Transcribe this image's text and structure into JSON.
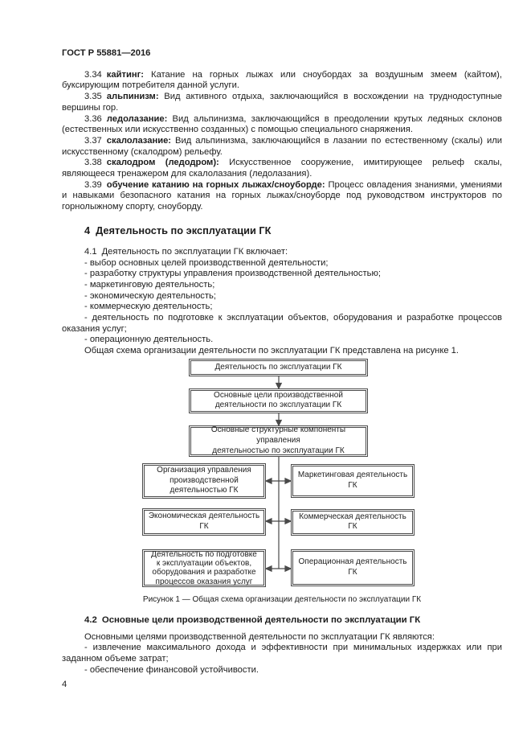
{
  "doc_header": "ГОСТ Р 55881—2016",
  "definitions": [
    {
      "num": "3.34",
      "term": "кайтинг:",
      "body": "Катание на горных лыжах или сноубордах за воздушным змеем (кайтом), буксирующим потребителя данной услуги."
    },
    {
      "num": "3.35",
      "term": "альпинизм:",
      "body": "Вид активного отдыха, заключающийся в восхождении на труднодоступные вершины гор."
    },
    {
      "num": "3.36",
      "term": "ледолазание:",
      "body": "Вид альпинизма, заключающийся в преодолении крутых ледяных склонов (естественных или искусственно созданных) с помощью специального снаряжения."
    },
    {
      "num": "3.37",
      "term": "скалолазание:",
      "body": "Вид альпинизма, заключающийся в лазании по естественному (скалы) или искусственному (скалодром) рельефу."
    },
    {
      "num": "3.38",
      "term": "скалодром (ледодром):",
      "body": "Искусственное сооружение, имитирующее рельеф скалы, являющееся тренажером для скалолазания (ледолазания)."
    },
    {
      "num": "3.39",
      "term": "обучение катанию на горных лыжах/сноуборде:",
      "body": "Процесс овладения знаниями, умениями и навыками безопасного катания на горных лыжах/сноуборде под руководством инструкторов по горнолыжному спорту, сноуборду."
    }
  ],
  "section4": {
    "number": "4",
    "title": "Деятельность по эксплуатации ГК",
    "s41": {
      "number": "4.1",
      "intro": "Деятельность по эксплуатации ГК включает:",
      "items": [
        "- выбор основных целей производственной деятельности;",
        "- разработку структуры управления производственной деятельностью;",
        "- маркетинговую деятельность;",
        "- экономическую деятельность;",
        "- коммерческую деятельность;",
        "- деятельность по подготовке к эксплуатации объектов, оборудования и разработке процессов оказания услуг;",
        "- операционную деятельность."
      ],
      "closing": "Общая схема организации деятельности по эксплуатации ГК представлена на рисунке 1."
    },
    "s42": {
      "number": "4.2",
      "title": "Основные цели производственной деятельности по эксплуатации ГК",
      "intro": "Основными целями производственной деятельности по эксплуатации ГК являются:",
      "items": [
        "- извлечение максимального дохода и эффективности при минимальных издержках или при заданном объеме затрат;",
        "- обеспечение финансовой устойчивости."
      ]
    }
  },
  "figure": {
    "caption": "Рисунок 1 — Общая схема организации деятельности по эксплуатации ГК",
    "boxes": {
      "root": "Деятельность по эксплуатации ГК",
      "goals": "Основные цели производственной\nдеятельности по эксплуатации ГК",
      "components": "Основные структурные компоненты\nуправления\nдеятельностью по эксплуатации ГК",
      "org": "Организация управления\nпроизводственной\nдеятельностью ГК",
      "economic": "Экономическая деятельность\nГК",
      "preparation": "Деятельность по подготовке\nк эксплуатации объектов,\nоборудования и разработке\nпроцессов оказания услуг",
      "marketing": "Маркетинговая деятельность ГК",
      "commercial": "Коммерческая деятельность ГК",
      "operational": "Операционная деятельность ГК"
    }
  },
  "page_number": "4",
  "colors": {
    "text": "#1c1c1c",
    "background": "#ffffff",
    "diagram_line": "#4a4a4a"
  }
}
